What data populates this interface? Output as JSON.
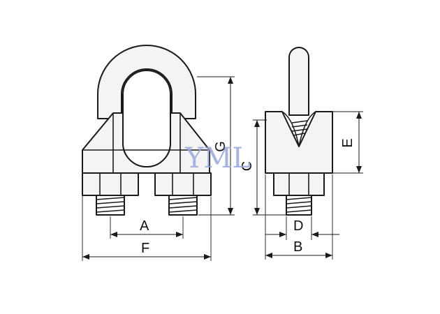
{
  "watermark": "YML",
  "dimensions": {
    "A": "A",
    "F": "F",
    "G": "G",
    "C": "C",
    "E": "E",
    "D": "D",
    "B": "B"
  },
  "colors": {
    "line": "#1a1a1a",
    "fill": "#f4f4f4",
    "watermark": "#9aa8d8"
  }
}
